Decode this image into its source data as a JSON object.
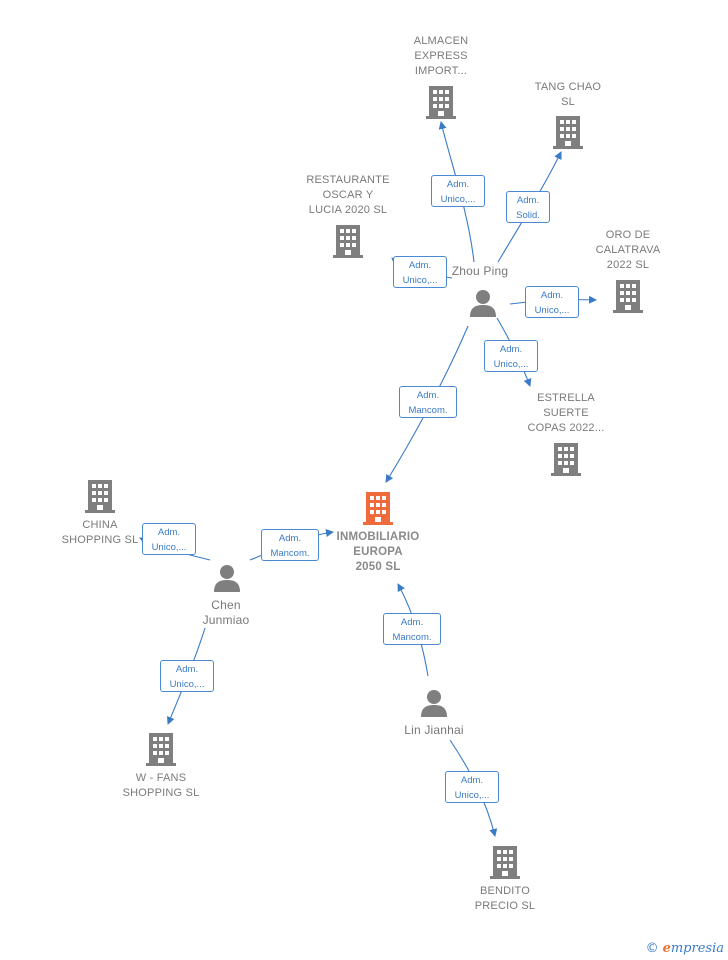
{
  "colors": {
    "edge": "#3a7bc8",
    "company": "#7f7f7f",
    "main_company": "#f06b3c",
    "person": "#7f7f7f"
  },
  "companies": {
    "main": [
      "INMOBILIARIO",
      "EUROPA",
      "2050  SL"
    ],
    "almacen": [
      "ALMACEN",
      "EXPRESS",
      "IMPORT..."
    ],
    "tang": [
      "TANG CHAO",
      "SL"
    ],
    "restaurante": [
      "RESTAURANTE",
      "OSCAR Y",
      "LUCIA 2020  SL"
    ],
    "oro": [
      "ORO DE",
      "CALATRAVA",
      "2022  SL"
    ],
    "estrella": [
      "ESTRELLA",
      "SUERTE",
      "COPAS 2022..."
    ],
    "china": [
      "CHINA",
      "SHOPPING SL"
    ],
    "wfans": [
      "W -  FANS",
      "SHOPPING  SL"
    ],
    "bendito": [
      "BENDITO",
      "PRECIO  SL"
    ]
  },
  "persons": {
    "zhou": [
      "Zhou Ping"
    ],
    "chen": [
      "Chen",
      "Junmiao"
    ],
    "lin": [
      "Lin Jianhai"
    ]
  },
  "relations": {
    "zhou_almacen": [
      "Adm.",
      "Unico,..."
    ],
    "zhou_tang": [
      "Adm.",
      "Solid."
    ],
    "zhou_restaurante": [
      "Adm.",
      "Unico,..."
    ],
    "zhou_oro": [
      "Adm.",
      "Unico,..."
    ],
    "zhou_estrella": [
      "Adm.",
      "Unico,..."
    ],
    "zhou_main": [
      "Adm.",
      "Mancom."
    ],
    "chen_china": [
      "Adm.",
      "Unico,..."
    ],
    "chen_main": [
      "Adm.",
      "Mancom."
    ],
    "chen_wfans": [
      "Adm.",
      "Unico,..."
    ],
    "lin_main": [
      "Adm.",
      "Mancom."
    ],
    "lin_bendito": [
      "Adm.",
      "Unico,..."
    ]
  },
  "brand": {
    "copyright": "©",
    "initial": "e",
    "rest": "mpresia"
  }
}
